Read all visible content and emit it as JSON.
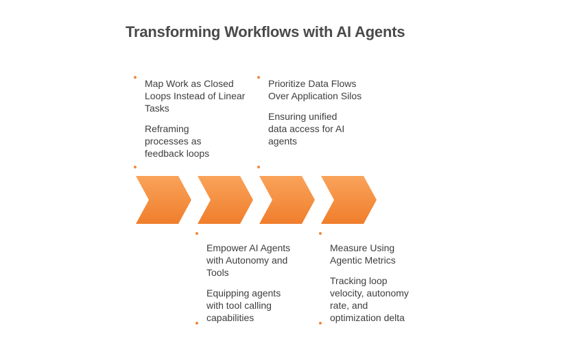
{
  "title": "Transforming Workflows with AI Agents",
  "colors": {
    "accent": "#f28a3a",
    "accent_light": "#f9a35a",
    "text": "#3d3d3d"
  },
  "steps": [
    {
      "title": "Map Work as Closed Loops Instead of Linear Tasks",
      "description": "Reframing processes as feedback loops"
    },
    {
      "title": "Empower AI Agents with Autonomy and Tools",
      "description": "Equipping agents with tool calling capabilities"
    },
    {
      "title": "Prioritize Data Flows Over Application Silos",
      "description": "Ensuring unified data access for AI agents"
    },
    {
      "title": "Measure Using Agentic Metrics",
      "description": "Tracking loop velocity, autonomy rate, and optimization delta"
    }
  ]
}
